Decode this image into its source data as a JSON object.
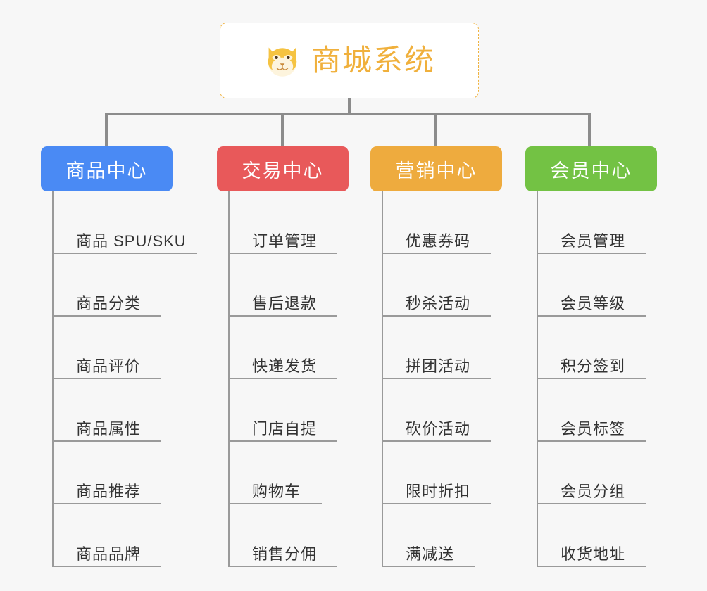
{
  "root": {
    "title": "商城系统",
    "icon": "shiba-dog-face-icon",
    "border_color": "#f0b340",
    "text_color": "#f0b03c",
    "background": "#ffffff"
  },
  "page": {
    "background": "#f7f7f7",
    "connector_color": "#8c8c8c",
    "rule_color": "#9a9a9a"
  },
  "columns": [
    {
      "id": "product-center",
      "header": "商品中心",
      "color": "#4a8af4",
      "items": [
        {
          "label": "商品 SPU/SKU",
          "rule_width": 204
        },
        {
          "label": "商品分类",
          "rule_width": 153
        },
        {
          "label": "商品评价",
          "rule_width": 153
        },
        {
          "label": "商品属性",
          "rule_width": 153
        },
        {
          "label": "商品推荐",
          "rule_width": 153
        },
        {
          "label": "商品品牌",
          "rule_width": 153
        }
      ]
    },
    {
      "id": "trade-center",
      "header": "交易中心",
      "color": "#e8595a",
      "items": [
        {
          "label": "订单管理",
          "rule_width": 153
        },
        {
          "label": "售后退款",
          "rule_width": 153
        },
        {
          "label": "快递发货",
          "rule_width": 153
        },
        {
          "label": "门店自提",
          "rule_width": 153
        },
        {
          "label": "购物车",
          "rule_width": 131
        },
        {
          "label": "销售分佣",
          "rule_width": 153
        }
      ]
    },
    {
      "id": "marketing-center",
      "header": "营销中心",
      "color": "#eeab3e",
      "items": [
        {
          "label": "优惠券码",
          "rule_width": 153
        },
        {
          "label": "秒杀活动",
          "rule_width": 153
        },
        {
          "label": "拼团活动",
          "rule_width": 153
        },
        {
          "label": "砍价活动",
          "rule_width": 153
        },
        {
          "label": "限时折扣",
          "rule_width": 153
        },
        {
          "label": "满减送",
          "rule_width": 131
        }
      ]
    },
    {
      "id": "member-center",
      "header": "会员中心",
      "color": "#73c244",
      "items": [
        {
          "label": "会员管理",
          "rule_width": 153
        },
        {
          "label": "会员等级",
          "rule_width": 153
        },
        {
          "label": "积分签到",
          "rule_width": 153
        },
        {
          "label": "会员标签",
          "rule_width": 153
        },
        {
          "label": "会员分组",
          "rule_width": 153
        },
        {
          "label": "收货地址",
          "rule_width": 153
        }
      ]
    }
  ]
}
